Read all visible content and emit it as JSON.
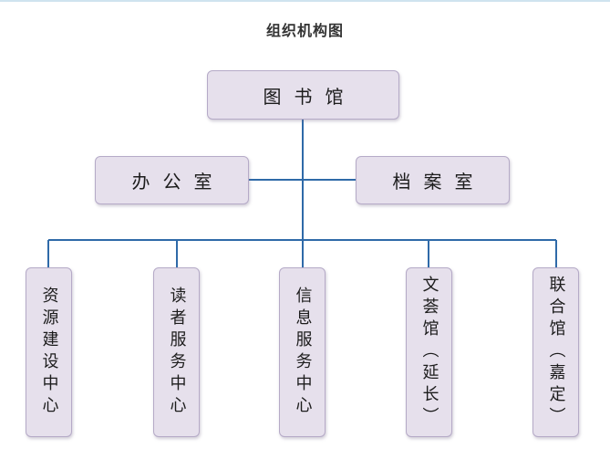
{
  "page": {
    "title": "组织机构图"
  },
  "colors": {
    "node_fill": "#e6e0ec",
    "node_border": "#b5aac7",
    "connector": "#2f6aa8",
    "title_text": "#333333"
  },
  "org_chart": {
    "root": {
      "label": "图书馆"
    },
    "side_units": [
      {
        "label": "办公室"
      },
      {
        "label": "档案室"
      }
    ],
    "departments": [
      {
        "label": "资源建设中心"
      },
      {
        "label": "读者服务中心"
      },
      {
        "label": "信息服务中心"
      },
      {
        "label": "文荟馆（延长）"
      },
      {
        "label": "联合馆（嘉定）"
      }
    ]
  }
}
